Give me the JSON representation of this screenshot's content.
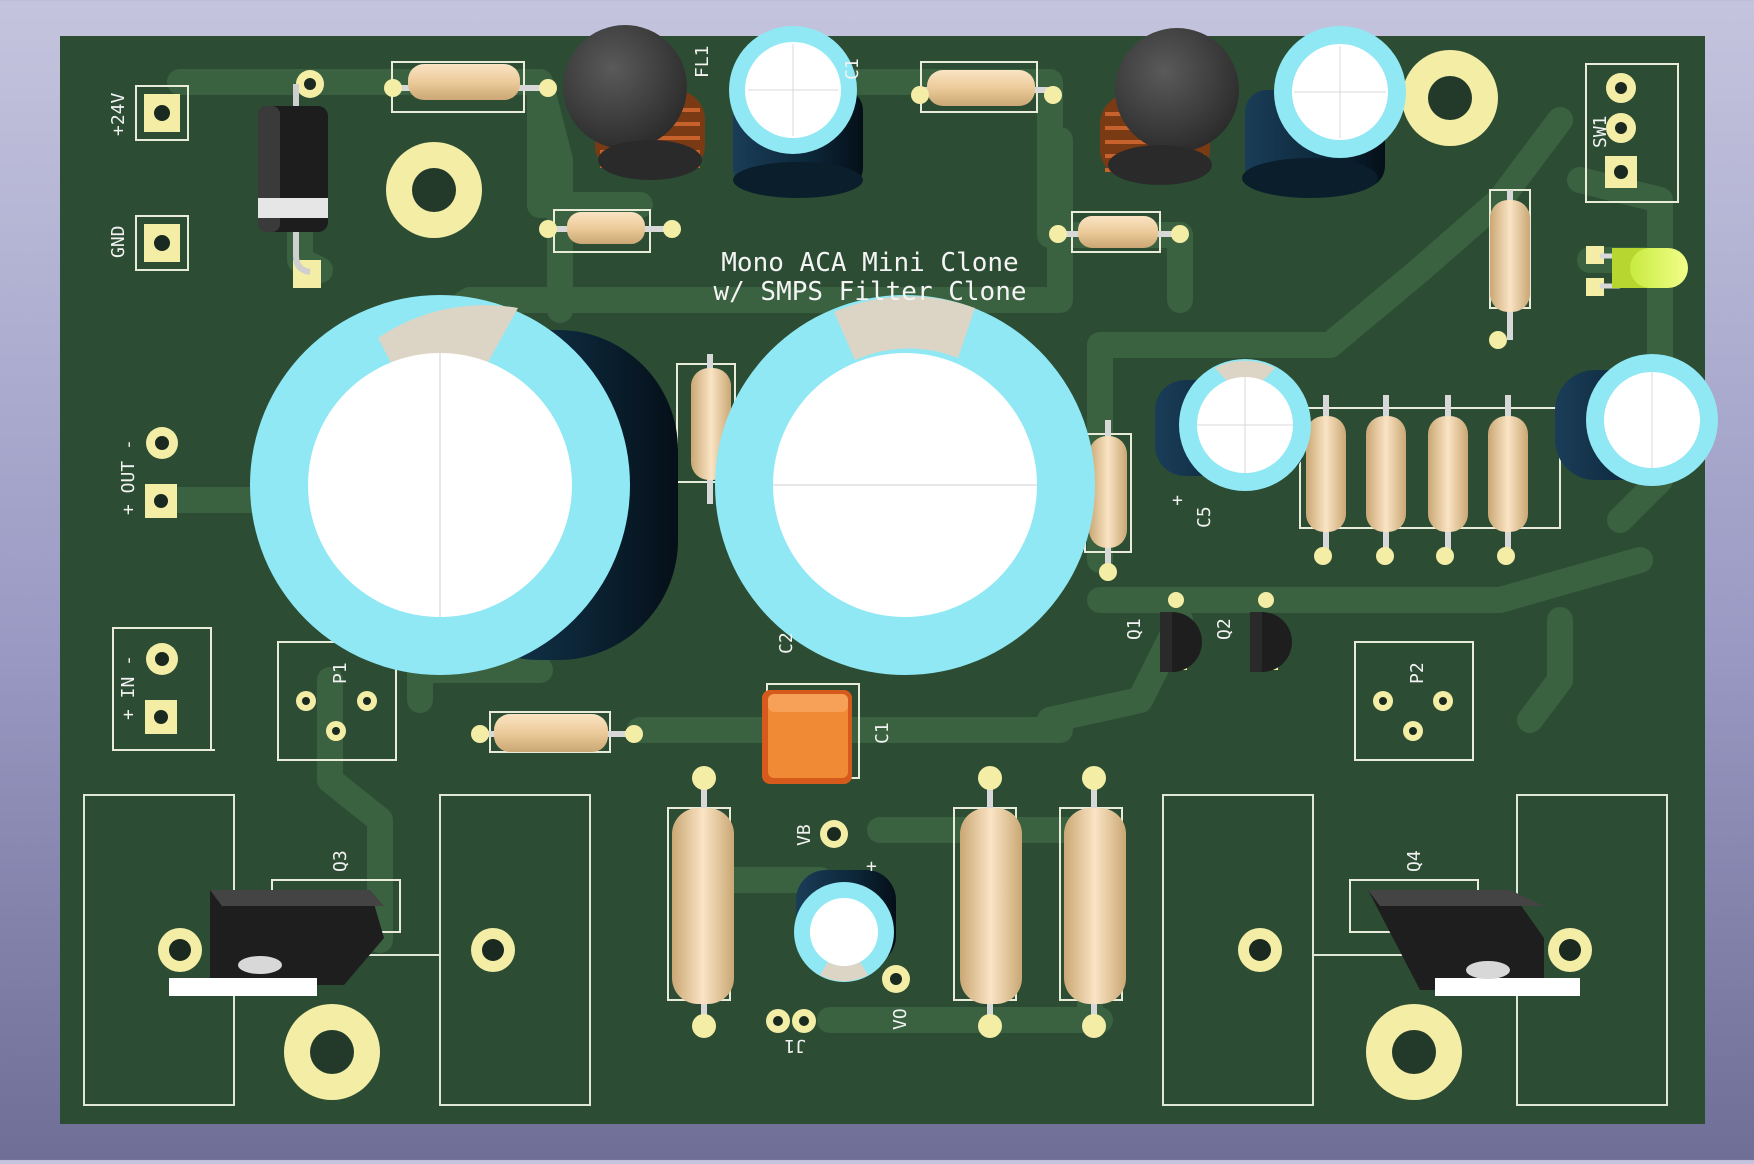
{
  "window": {
    "view": "3D Viewer"
  },
  "board": {
    "title_line1": "Mono ACA Mini Clone",
    "title_line2": "w/ SMPS Filter Clone",
    "colors": {
      "board": "#2c4d34",
      "trace": "#3a6240",
      "pad": "#f4eda6",
      "resistor": "#f0cfa0",
      "cap_ring": "#8fe8f4",
      "cap_body": "#0c2638",
      "film_cap": "#f08a34",
      "heatsink_outline": "#dfe8d8"
    }
  },
  "labels": {
    "plus24v": "+24V",
    "gnd": "GND",
    "out": "+ OUT -",
    "in": "+ IN -",
    "fl1": "FL1",
    "c1_top": "C1",
    "sw1": "SW1",
    "c5": "C5",
    "plus": "+",
    "q1": "Q1",
    "q2": "Q2",
    "p1": "P1",
    "p2": "P2",
    "c2": "C2",
    "c1": "C1",
    "q3": "Q3",
    "q4": "Q4",
    "vb": "VB",
    "vo": "VO",
    "j1": "J1"
  }
}
